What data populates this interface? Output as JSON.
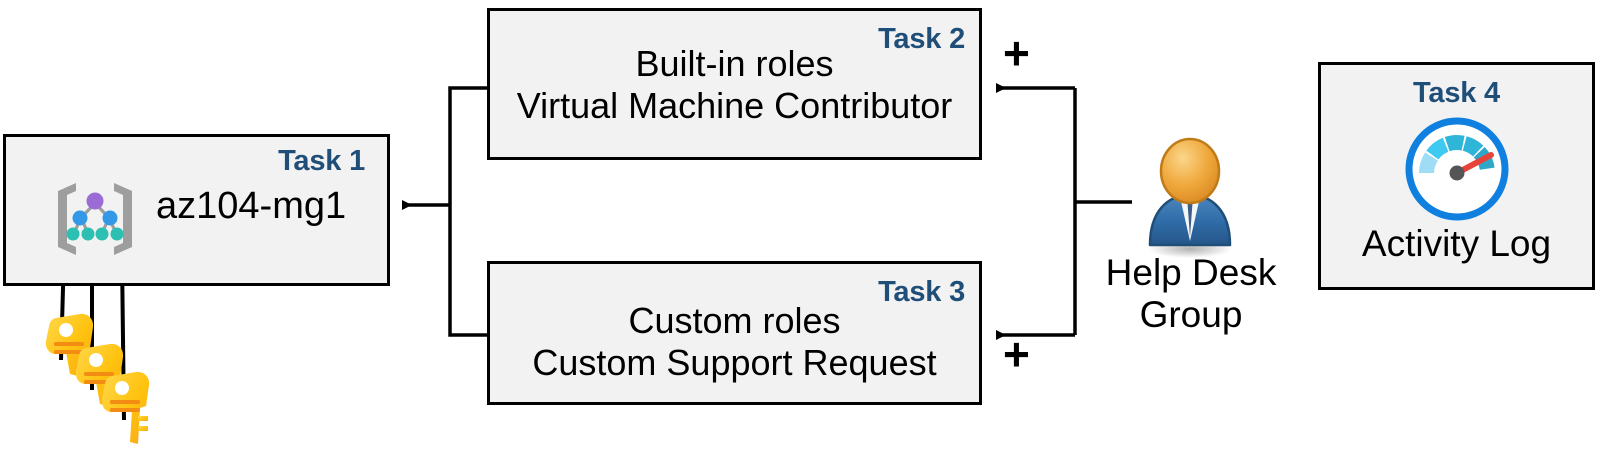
{
  "diagram": {
    "title": "Azure RBAC task diagram",
    "colors": {
      "task_tag": "#1F4E79",
      "box_fill": "#F2F2F2",
      "box_border": "#000000",
      "key_gold": "#FFC20E",
      "key_gold_dark": "#F9A825",
      "user_head": "#E8A33D",
      "user_body": "#2E6DA4",
      "gauge_ring": "#0F7FE0",
      "gauge_needle": "#E8433A",
      "mg_top_node": "#9B6CD6",
      "mg_mid_node": "#3399E6",
      "mg_leaf_node": "#2EBFB3",
      "mg_bracket": "#9E9E9E"
    },
    "tasks": [
      {
        "id": "task1",
        "tag": "Task 1",
        "label": "az104-mg1",
        "icon": "management-group-icon"
      },
      {
        "id": "task2",
        "tag": "Task 2",
        "line1": "Built-in roles",
        "line2": "Virtual Machine Contributor"
      },
      {
        "id": "task3",
        "tag": "Task 3",
        "line1": "Custom roles",
        "line2": "Custom Support Request"
      },
      {
        "id": "task4",
        "tag": "Task 4",
        "label": "Activity Log",
        "icon": "gauge-icon"
      }
    ],
    "actor": {
      "icon": "user-group-icon",
      "line1": "Help Desk",
      "line2": "Group"
    },
    "keys": {
      "icon": "keys-icon",
      "count": 3
    },
    "operators": {
      "plus_top": "+",
      "plus_bottom": "+"
    }
  }
}
